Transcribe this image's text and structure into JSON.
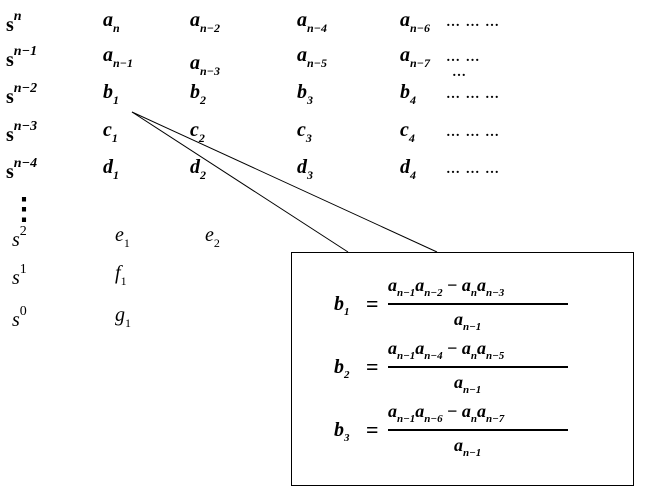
{
  "rows": [
    {
      "power": "s",
      "exp": "n",
      "cells": [
        [
          "a",
          "n"
        ],
        [
          "a",
          "n−2"
        ],
        [
          "a",
          "n−4"
        ],
        [
          "a",
          "n−6"
        ]
      ],
      "tail": "… … …"
    },
    {
      "power": "s",
      "exp": "n−1",
      "cells": [
        [
          "a",
          "n−1"
        ],
        [
          "a",
          "n−3"
        ],
        [
          "a",
          "n−5"
        ],
        [
          "a",
          "n−7"
        ]
      ],
      "tail": "… …",
      "tail2": "…"
    },
    {
      "power": "s",
      "exp": "n−2",
      "cells": [
        [
          "b",
          "1"
        ],
        [
          "b",
          "2"
        ],
        [
          "b",
          "3"
        ],
        [
          "b",
          "4"
        ]
      ],
      "tail": "… … …"
    },
    {
      "power": "s",
      "exp": "n−3",
      "cells": [
        [
          "c",
          "1"
        ],
        [
          "c",
          "2"
        ],
        [
          "c",
          "3"
        ],
        [
          "c",
          "4"
        ]
      ],
      "tail": "… … …"
    },
    {
      "power": "s",
      "exp": "n−4",
      "cells": [
        [
          "d",
          "1"
        ],
        [
          "d",
          "2"
        ],
        [
          "d",
          "3"
        ],
        [
          "d",
          "4"
        ]
      ],
      "tail": "… … …"
    },
    {
      "power": "s",
      "exp": "2",
      "cells": [
        [
          "e",
          "1"
        ],
        [
          "e",
          "2"
        ]
      ]
    },
    {
      "power": "s",
      "exp": "1",
      "cells": [
        [
          "f",
          "1"
        ]
      ]
    },
    {
      "power": "s",
      "exp": "0",
      "cells": [
        [
          "g",
          "1"
        ]
      ]
    }
  ],
  "vdots": "⋮",
  "formulas": [
    {
      "lhs": "b",
      "lhs_sub": "1",
      "eq": "=",
      "num": [
        [
          "a",
          "n−1"
        ],
        [
          "a",
          "n−2"
        ],
        "−",
        [
          "a",
          "n"
        ],
        [
          "a",
          "n−3"
        ]
      ],
      "den": [
        "a",
        "n−1"
      ]
    },
    {
      "lhs": "b",
      "lhs_sub": "2",
      "eq": "=",
      "num": [
        [
          "a",
          "n−1"
        ],
        [
          "a",
          "n−4"
        ],
        "−",
        [
          "a",
          "n"
        ],
        [
          "a",
          "n−5"
        ]
      ],
      "den": [
        "a",
        "n−1"
      ]
    },
    {
      "lhs": "b",
      "lhs_sub": "3",
      "eq": "=",
      "num": [
        [
          "a",
          "n−1"
        ],
        [
          "a",
          "n−6"
        ],
        "−",
        [
          "a",
          "n"
        ],
        [
          "a",
          "n−7"
        ]
      ],
      "den": [
        "a",
        "n−1"
      ]
    }
  ]
}
